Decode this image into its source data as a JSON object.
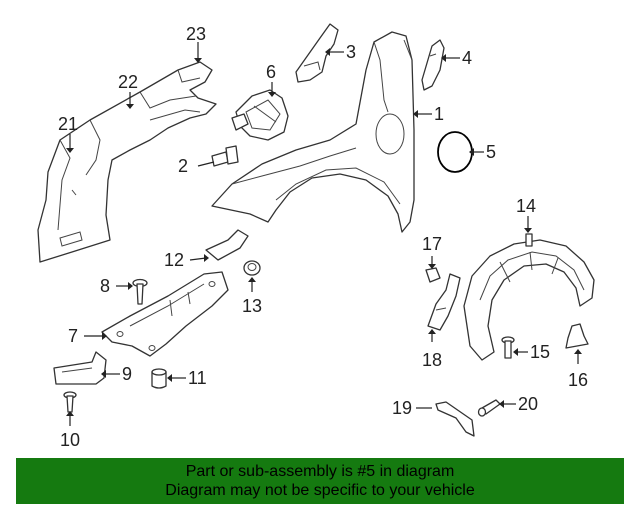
{
  "callouts": [
    {
      "id": "1",
      "label": "1"
    },
    {
      "id": "2",
      "label": "2"
    },
    {
      "id": "3",
      "label": "3"
    },
    {
      "id": "4",
      "label": "4"
    },
    {
      "id": "5",
      "label": "5"
    },
    {
      "id": "6",
      "label": "6"
    },
    {
      "id": "7",
      "label": "7"
    },
    {
      "id": "8",
      "label": "8"
    },
    {
      "id": "9",
      "label": "9"
    },
    {
      "id": "10",
      "label": "10"
    },
    {
      "id": "11",
      "label": "11"
    },
    {
      "id": "12",
      "label": "12"
    },
    {
      "id": "13",
      "label": "13"
    },
    {
      "id": "14",
      "label": "14"
    },
    {
      "id": "15",
      "label": "15"
    },
    {
      "id": "16",
      "label": "16"
    },
    {
      "id": "17",
      "label": "17"
    },
    {
      "id": "18",
      "label": "18"
    },
    {
      "id": "19",
      "label": "19"
    },
    {
      "id": "20",
      "label": "20"
    },
    {
      "id": "21",
      "label": "21"
    },
    {
      "id": "22",
      "label": "22"
    },
    {
      "id": "23",
      "label": "23"
    }
  ],
  "banner": {
    "line1": "Part or sub-assembly is #5 in diagram",
    "line2": "Diagram may not be specific to your vehicle",
    "color": "#157a10"
  }
}
